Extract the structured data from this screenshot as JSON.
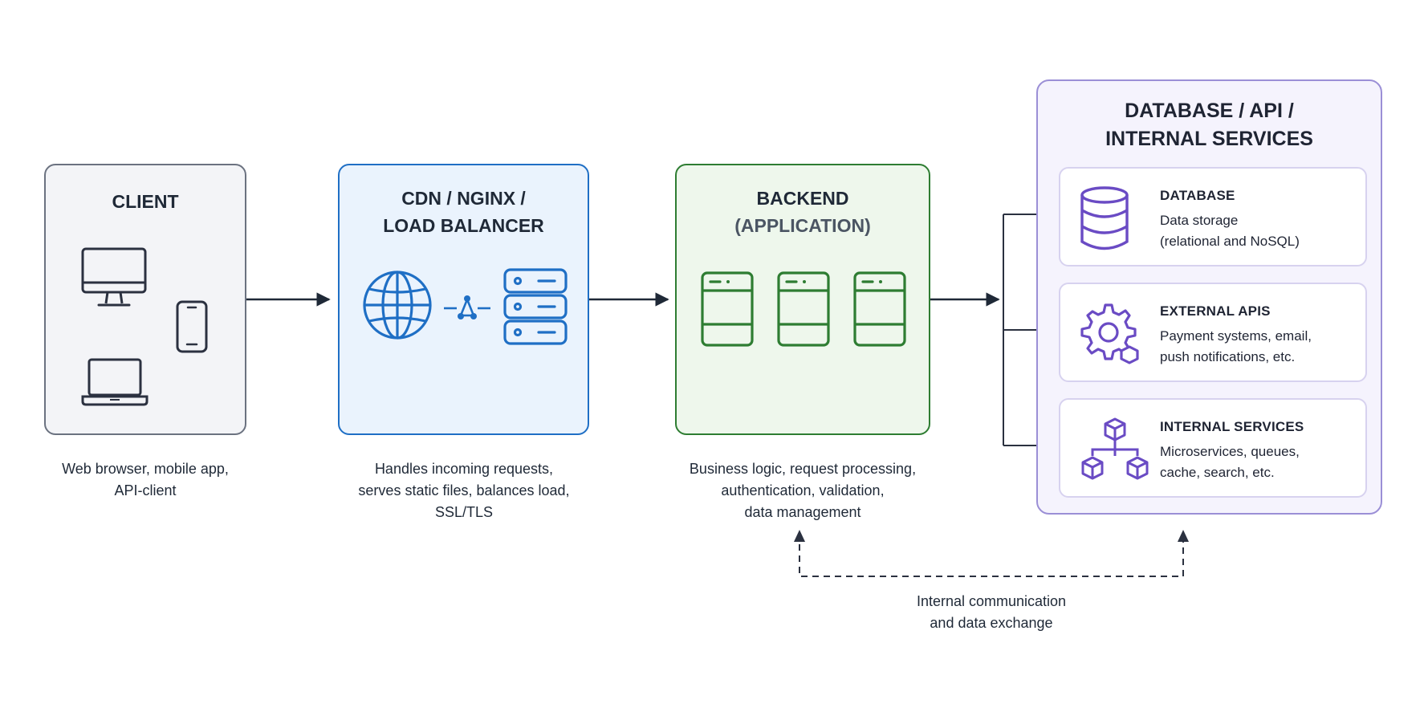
{
  "colors": {
    "ink": "#1f2937",
    "client_border": "#6b7280",
    "cdn_accent": "#1f6fc5",
    "backend_accent": "#2e7d32",
    "services_accent": "#6a4bc4"
  },
  "client": {
    "title": "CLIENT",
    "caption": "Web browser, mobile app,\nAPI-client",
    "icons": [
      "monitor-icon",
      "smartphone-icon",
      "laptop-icon"
    ]
  },
  "cdn": {
    "title_line1": "CDN / NGINX /",
    "title_line2": "LOAD BALANCER",
    "caption": "Handles incoming requests,\nserves static files, balances load,\nSSL/TLS",
    "icons": [
      "globe-icon",
      "network-node-icon",
      "server-rack-icon"
    ]
  },
  "backend": {
    "title_line1": "BACKEND",
    "title_line2": "(APPLICATION)",
    "caption": "Business logic, request processing,\nauthentication, validation,\ndata management",
    "icons": [
      "server-icon",
      "server-icon",
      "server-icon"
    ]
  },
  "services": {
    "title_line1": "DATABASE / API /",
    "title_line2": "INTERNAL SERVICES",
    "items": [
      {
        "name": "DATABASE",
        "description": "Data storage\n(relational and NoSQL)",
        "icon": "database-icon"
      },
      {
        "name": "EXTERNAL APIS",
        "description": "Payment systems, email,\npush notifications, etc.",
        "icon": "gear-icon"
      },
      {
        "name": "INTERNAL SERVICES",
        "description": "Microservices, queues,\ncache, search, etc.",
        "icon": "cubes-icon"
      }
    ]
  },
  "internal_link": {
    "caption": "Internal communication\nand data exchange"
  }
}
